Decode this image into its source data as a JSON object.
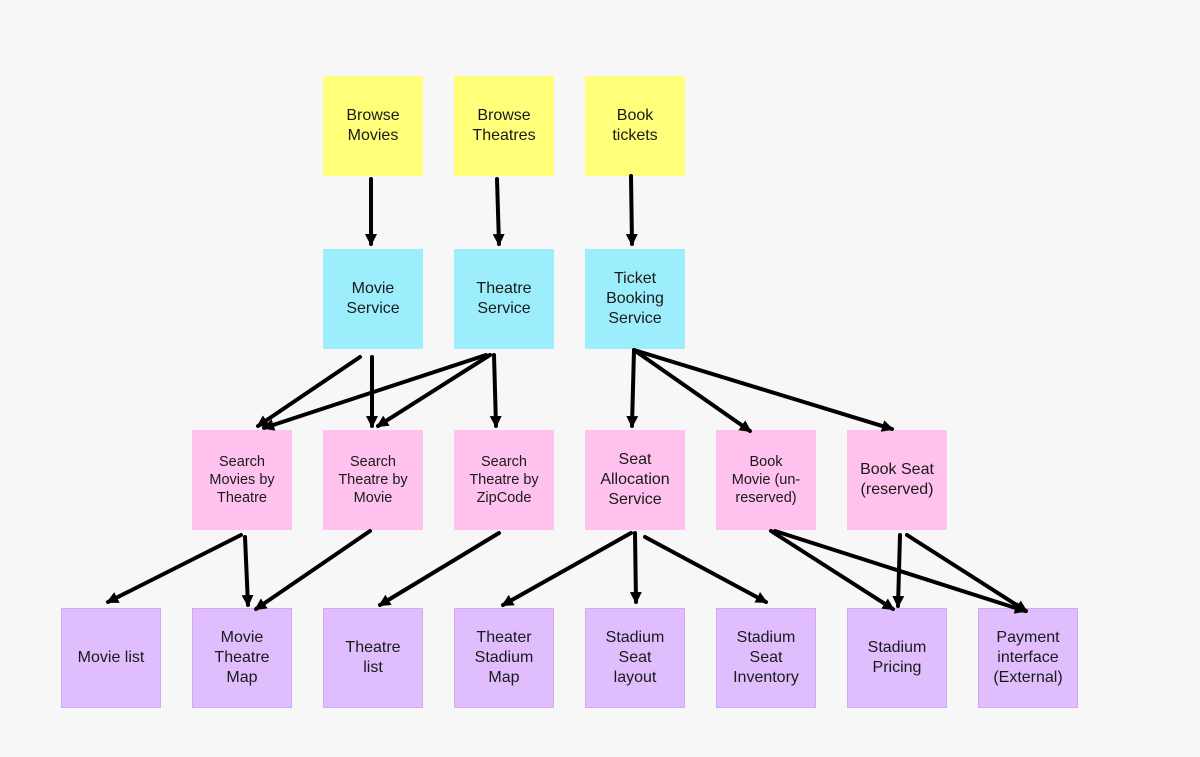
{
  "colors": {
    "feature": "#ffff7a",
    "service": "#9deefc",
    "function": "#ffc2ee",
    "resource": "#e0bdfd",
    "arrow": "#000000"
  },
  "notes": {
    "browse_movies": "Browse\nMovies",
    "browse_theatres": "Browse\nTheatres",
    "book_tickets": "Book\ntickets",
    "movie_service": "Movie\nService",
    "theatre_service": "Theatre\nService",
    "ticket_booking_service": "Ticket\nBooking\nService",
    "search_movies_by_theatre": "Search\nMovies by\nTheatre",
    "search_theatre_by_movie": "Search\nTheatre by\nMovie",
    "search_theatre_by_zipcode": "Search\nTheatre by\nZipCode",
    "seat_allocation_service": "Seat\nAllocation\nService",
    "book_movie_unreserved": "Book\nMovie (un-\nreserved)",
    "book_seat_reserved": "Book Seat\n(reserved)",
    "movie_list": "Movie list",
    "movie_theatre_map": "Movie\nTheatre\nMap",
    "theatre_list": "Theatre\nlist",
    "theater_stadium_map": "Theater\nStadium\nMap",
    "stadium_seat_layout": "Stadium\nSeat\nlayout",
    "stadium_seat_inventory": "Stadium\nSeat\nInventory",
    "stadium_pricing": "Stadium\nPricing",
    "payment_interface": "Payment\ninterface\n(External)"
  }
}
